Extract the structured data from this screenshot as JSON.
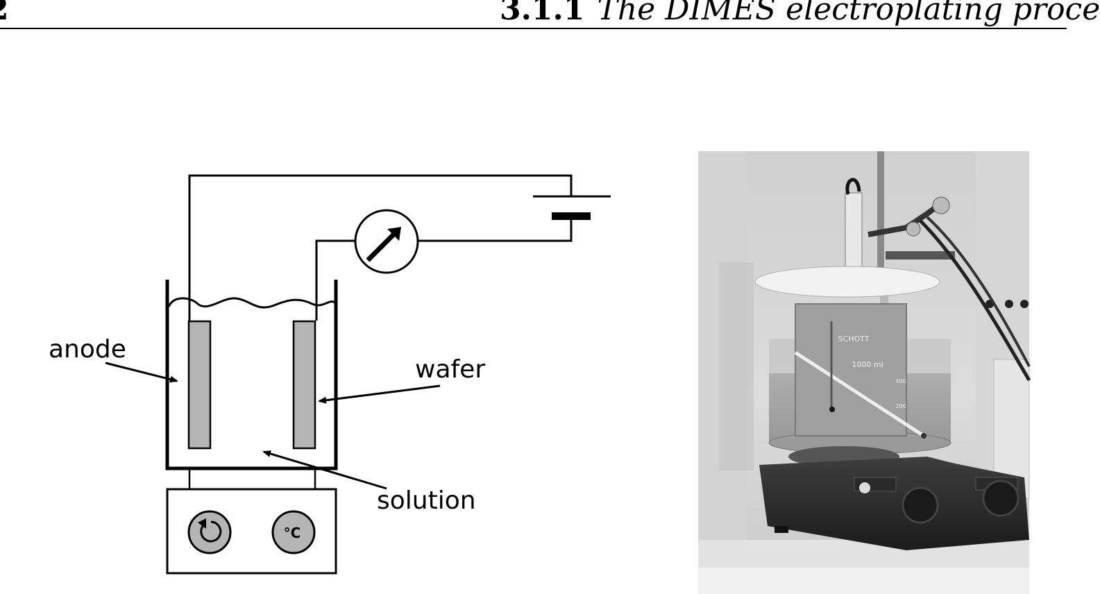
{
  "header": {
    "page_number": "2",
    "section_number": "3.1.1",
    "section_title": "The DIMES electroplating proce"
  },
  "figure": {
    "schematic": {
      "labels": {
        "anode": "anode",
        "wafer": "wafer",
        "solution": "solution",
        "temperature_symbol": "°C"
      }
    },
    "photo": {
      "beaker_brand": "SCHOTT",
      "beaker_volume": "1000 ml",
      "scale_mark_400": "400",
      "scale_mark_200": "200"
    }
  }
}
